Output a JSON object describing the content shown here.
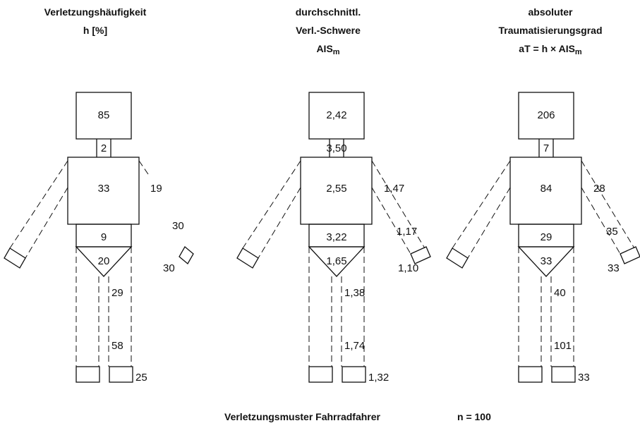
{
  "panels": [
    {
      "title_lines": [
        "Verletzungshäufigkeit",
        "h   [%]"
      ],
      "values": {
        "head": "85",
        "neck": "2",
        "chest": "33",
        "right_upper_arm": "19",
        "right_forearm": "30",
        "right_hand": "30",
        "abdomen": "9",
        "pelvis": "20",
        "upper_leg": "29",
        "lower_leg": "58",
        "foot": "25"
      }
    },
    {
      "title_lines": [
        "durchschnittl.",
        "Verl.-Schwere"
      ],
      "title_formula": {
        "base": "AIS",
        "sub": "m"
      },
      "values": {
        "head": "2,42",
        "neck": "3,50",
        "chest": "2,55",
        "right_upper_arm": "1,47",
        "right_forearm": "1,17",
        "right_hand": "1,10",
        "abdomen": "3,22",
        "pelvis": "1,65",
        "upper_leg": "1,38",
        "lower_leg": "1,74",
        "foot": "1,32"
      }
    },
    {
      "title_lines": [
        "absoluter",
        "Traumatisierungsgrad"
      ],
      "title_formula": {
        "base": "aT  =  h  ×  AIS",
        "sub": "m"
      },
      "values": {
        "head": "206",
        "neck": "7",
        "chest": "84",
        "right_upper_arm": "28",
        "right_forearm": "35",
        "right_hand": "33",
        "abdomen": "29",
        "pelvis": "33",
        "upper_leg": "40",
        "lower_leg": "101",
        "foot": "33"
      }
    }
  ],
  "caption": {
    "text": "Verletzungsmuster Fahrradfahrer",
    "n": "n = 100"
  }
}
